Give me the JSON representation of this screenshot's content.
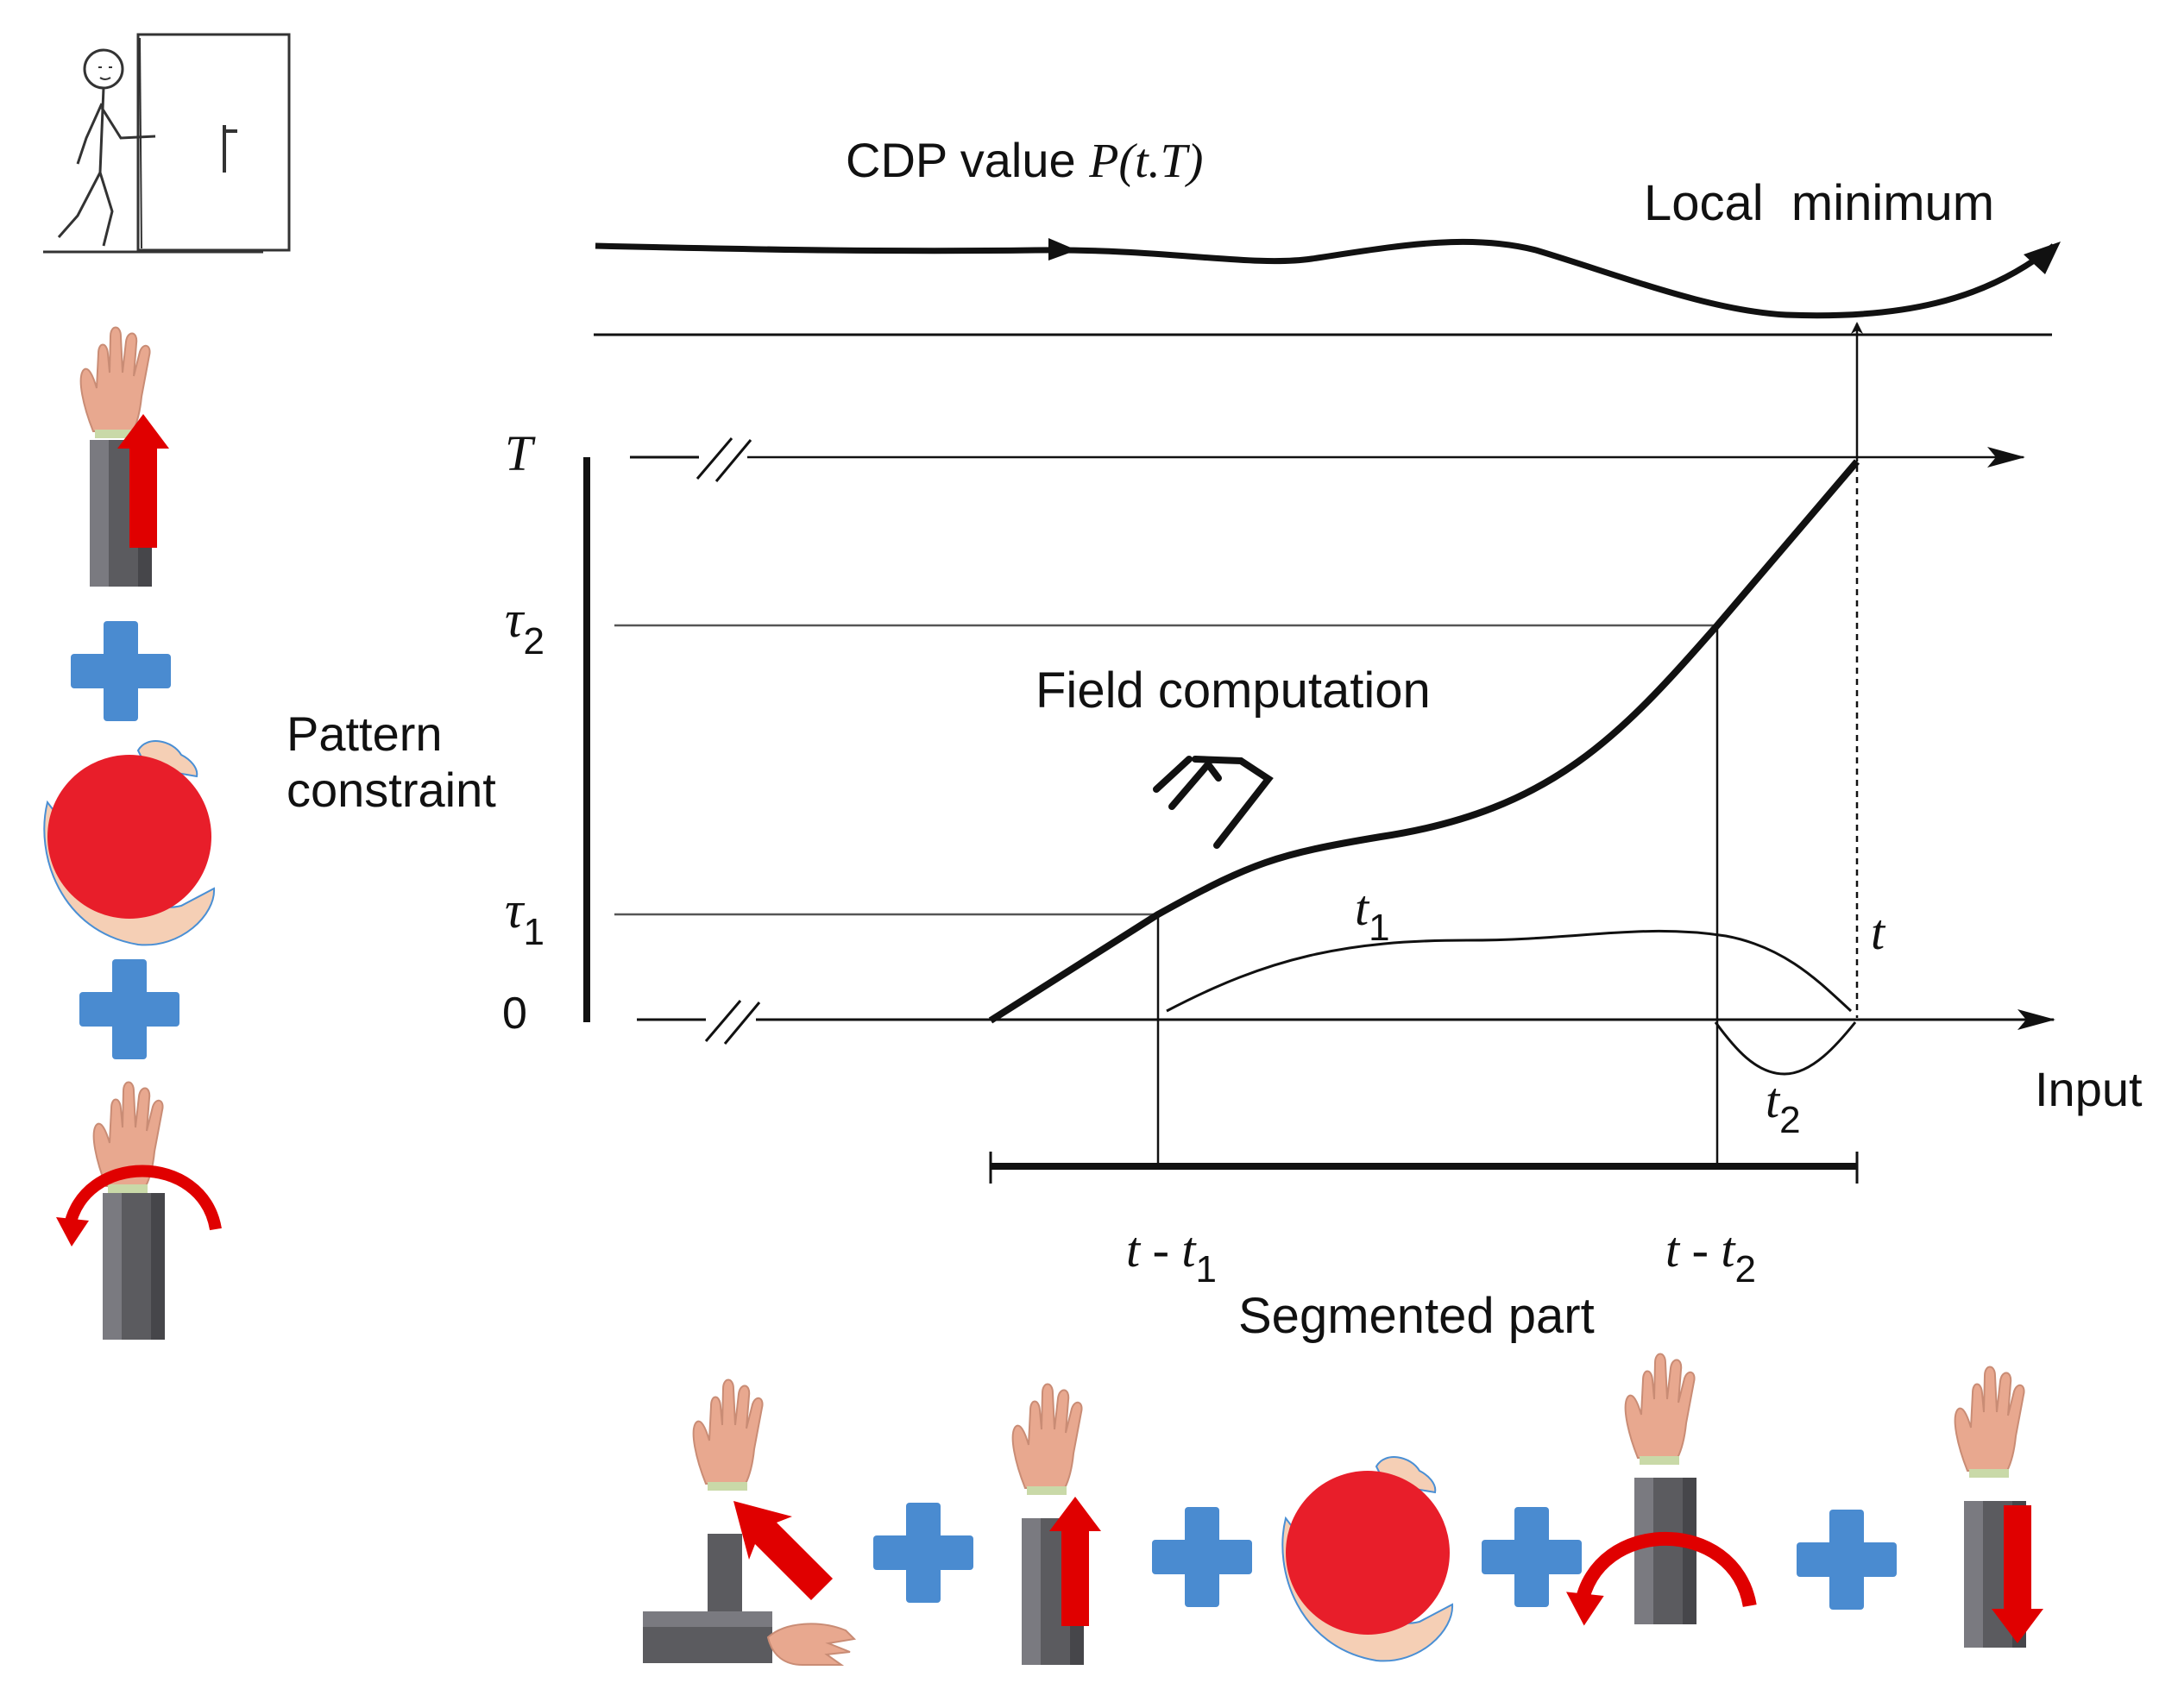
{
  "header": {
    "cdp_prefix": "CDP value ",
    "cdp_symbol": "P(t.T)",
    "local_minimum": "Local  minimum"
  },
  "axes": {
    "y_tick_T": "T",
    "y_tick_tau": "τ",
    "y_tick_tau2_sub": "2",
    "y_tick_tau1_sub": "1",
    "y_tick_zero": "0",
    "y_label_line1": "Pattern",
    "y_label_line2": "constraint",
    "x_label": "Input"
  },
  "curves": {
    "field_computation": "Field computation",
    "t1_label": "t",
    "t1_sub": "1",
    "t2_label": "t",
    "t2_sub": "2",
    "t_label": "t"
  },
  "segment": {
    "t_minus_t1": "t - t",
    "t_minus_t1_sub": "1",
    "t_minus_t2": "t - t",
    "t_minus_t2_sub": "2",
    "caption": "Segmented part"
  },
  "icons": {
    "left_column": [
      "stick-figure-opening-door-icon",
      "hand-up-arrow-icon",
      "plus-icon",
      "hand-holding-ball-icon",
      "plus-icon",
      "hand-rotate-icon"
    ],
    "bottom_row": [
      "hand-diagonal-arrow-icon",
      "plus-icon",
      "hand-up-arrow-icon",
      "plus-icon",
      "hand-holding-ball-icon",
      "plus-icon",
      "hand-rotate-icon",
      "plus-icon",
      "hand-down-arrow-icon"
    ],
    "colors": {
      "plus": "#4a8bd0",
      "ball": "#e81e2a",
      "arrow": "#e00000",
      "sleeve": "#5b5b5f",
      "skin": "#e8a88f"
    }
  }
}
